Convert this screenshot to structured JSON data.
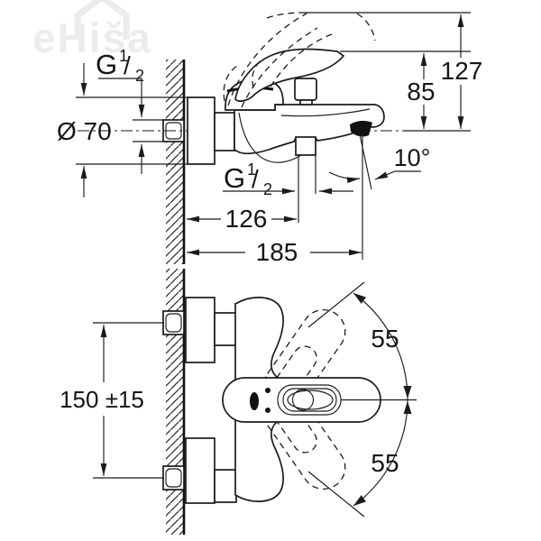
{
  "watermark": {
    "text": "eHiša"
  },
  "side_view": {
    "thread": {
      "g": "G",
      "num": "1",
      "slash": "/",
      "den": "2"
    },
    "diameter_label": "Ø 70",
    "handle_height_label": "85",
    "max_height_label": "127",
    "spout_angle_label": "10°",
    "wall_to_outlet_label": "126",
    "total_depth_label": "185"
  },
  "front_view": {
    "inlet_spacing_label": "150 ±15",
    "swing_angle_top_label": "55",
    "swing_angle_bottom_label": "55"
  },
  "colors": {
    "line_color": "#1b1b1b",
    "watermark_color": "#ececec"
  }
}
